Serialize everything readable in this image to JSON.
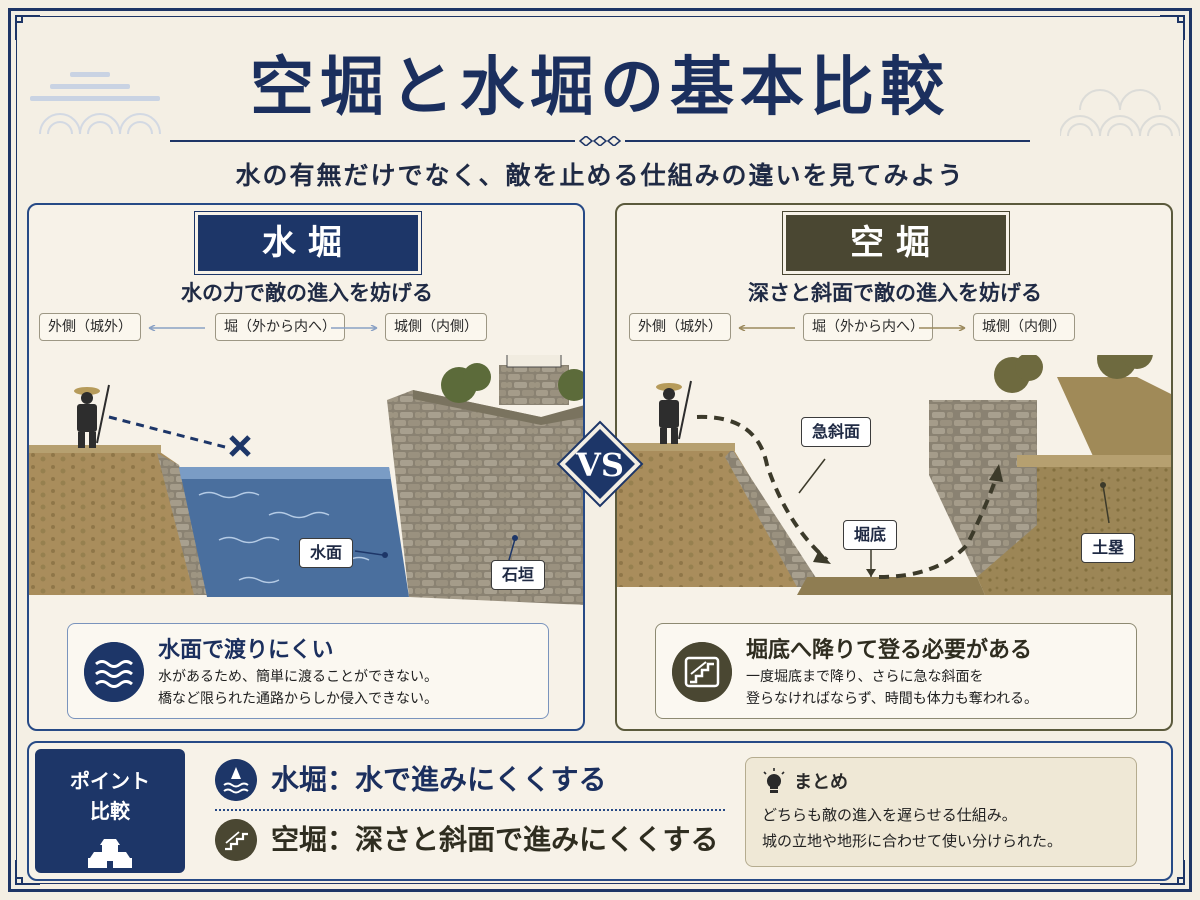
{
  "header": {
    "title": "空堀と水堀の基本比較",
    "subtitle": "水の有無だけでなく、敵を止める仕組みの違いを見てみよう"
  },
  "water_panel": {
    "tag": "水堀",
    "lead": "水の力で敵の進入を妨げる",
    "outside_label": "外側（城外）",
    "moat_label": "堀（外から内へ）",
    "inside_label": "城側（内側）",
    "callouts": {
      "water_surface": "水面",
      "stone_wall": "石垣"
    },
    "info": {
      "icon": "waves-icon",
      "head": "水面で渡りにくい",
      "body_line1": "水があるため、簡単に渡ることができない。",
      "body_line2": "橋など限られた通路からしか侵入できない。"
    }
  },
  "dry_panel": {
    "tag": "空堀",
    "lead": "深さと斜面で敵の進入を妨げる",
    "outside_label": "外側（城外）",
    "moat_label": "堀（外から内へ）",
    "inside_label": "城側（内側）",
    "callouts": {
      "steep_slope": "急斜面",
      "moat_bottom": "堀底",
      "earthwork": "土塁"
    },
    "info": {
      "icon": "stairs-icon",
      "head": "堀底へ降りて登る必要がある",
      "body_line1": "一度堀底まで降り、さらに急な斜面を",
      "body_line2": "登らなければならず、時間も体力も奪われる。"
    }
  },
  "vs_label": "VS",
  "bottom": {
    "point_line1": "ポイント",
    "point_line2": "比較",
    "row_water": "水堀：水で進みにくくする",
    "row_dry": "空堀：深さと斜面で進みにくくする",
    "summary_head": "まとめ",
    "summary_line1": "どちらも敵の進入を遅らせる仕組み。",
    "summary_line2": "城の立地や地形に合わせて使い分けられた。"
  },
  "colors": {
    "navy": "#1d3668",
    "olive": "#4a4732",
    "background": "#f4efe4"
  }
}
